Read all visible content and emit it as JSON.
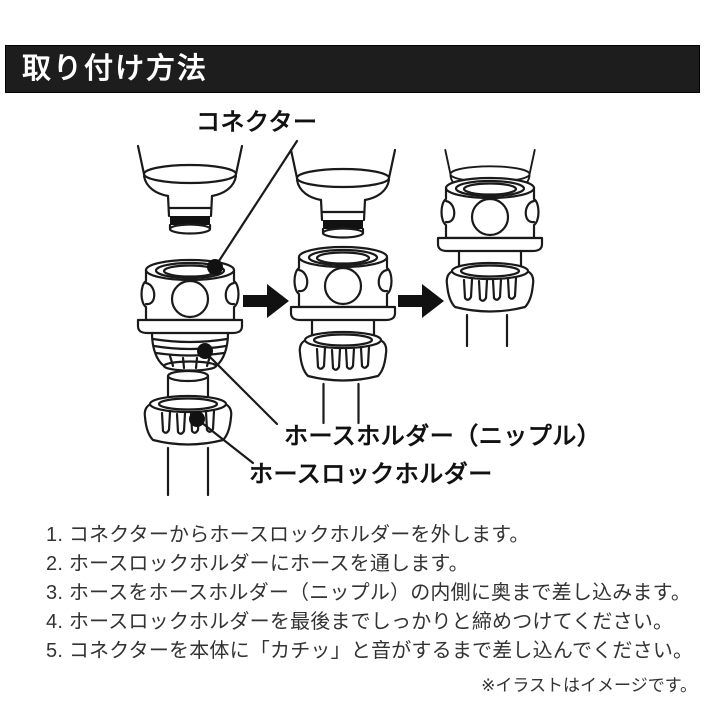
{
  "header": {
    "title": "取り付け方法"
  },
  "diagram": {
    "labels": {
      "connector": "コネクター",
      "hose_holder": "ホースホルダー（ニップル）",
      "hose_lock_holder": "ホースロックホルダー"
    },
    "panel_sequence": [
      "exploded-parts",
      "hose-attached",
      "fully-assembled"
    ],
    "colors": {
      "line": "#1a1a1a",
      "fill": "#ffffff",
      "solid_black": "#111111"
    }
  },
  "steps": [
    "1. コネクターからホースロックホルダーを外します。",
    "2. ホースロックホルダーにホースを通します。",
    "3. ホースをホースホルダー（ニップル）の内側に奥まで差し込みます。",
    "4. ホースロックホルダーを最後までしっかりと締めつけてください。",
    "5. コネクターを本体に「カチッ」と音がするまで差し込んでください。"
  ],
  "note": "※イラストはイメージです。"
}
